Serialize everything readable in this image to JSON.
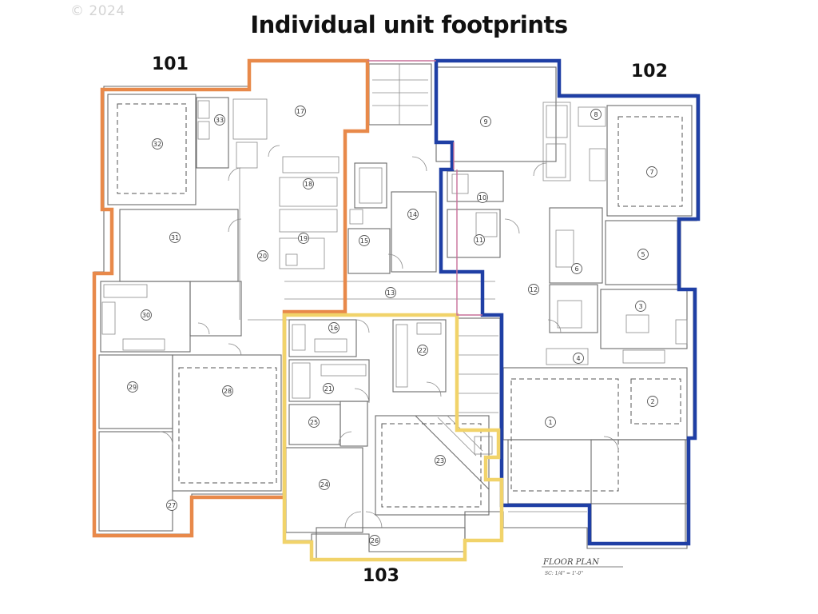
{
  "copyright": "© 2024",
  "title": "Individual unit footprints",
  "units": [
    {
      "id": "101",
      "label": "101",
      "color": "#e8894a"
    },
    {
      "id": "102",
      "label": "102",
      "color": "#1f3fa5"
    },
    {
      "id": "103",
      "label": "103",
      "color": "#f1d36a"
    }
  ],
  "room_numbers": [
    "32",
    "33",
    "17",
    "18",
    "19",
    "20",
    "31",
    "30",
    "29",
    "28",
    "27",
    "1",
    "2",
    "3",
    "4",
    "5",
    "6",
    "7",
    "8",
    "9",
    "10",
    "11",
    "12",
    "13",
    "14",
    "15",
    "16",
    "21",
    "22",
    "23",
    "24",
    "25",
    "26"
  ],
  "plan_caption": "FLOOR PLAN",
  "plan_scale": "SC: 1/4\" = 1'-0\""
}
